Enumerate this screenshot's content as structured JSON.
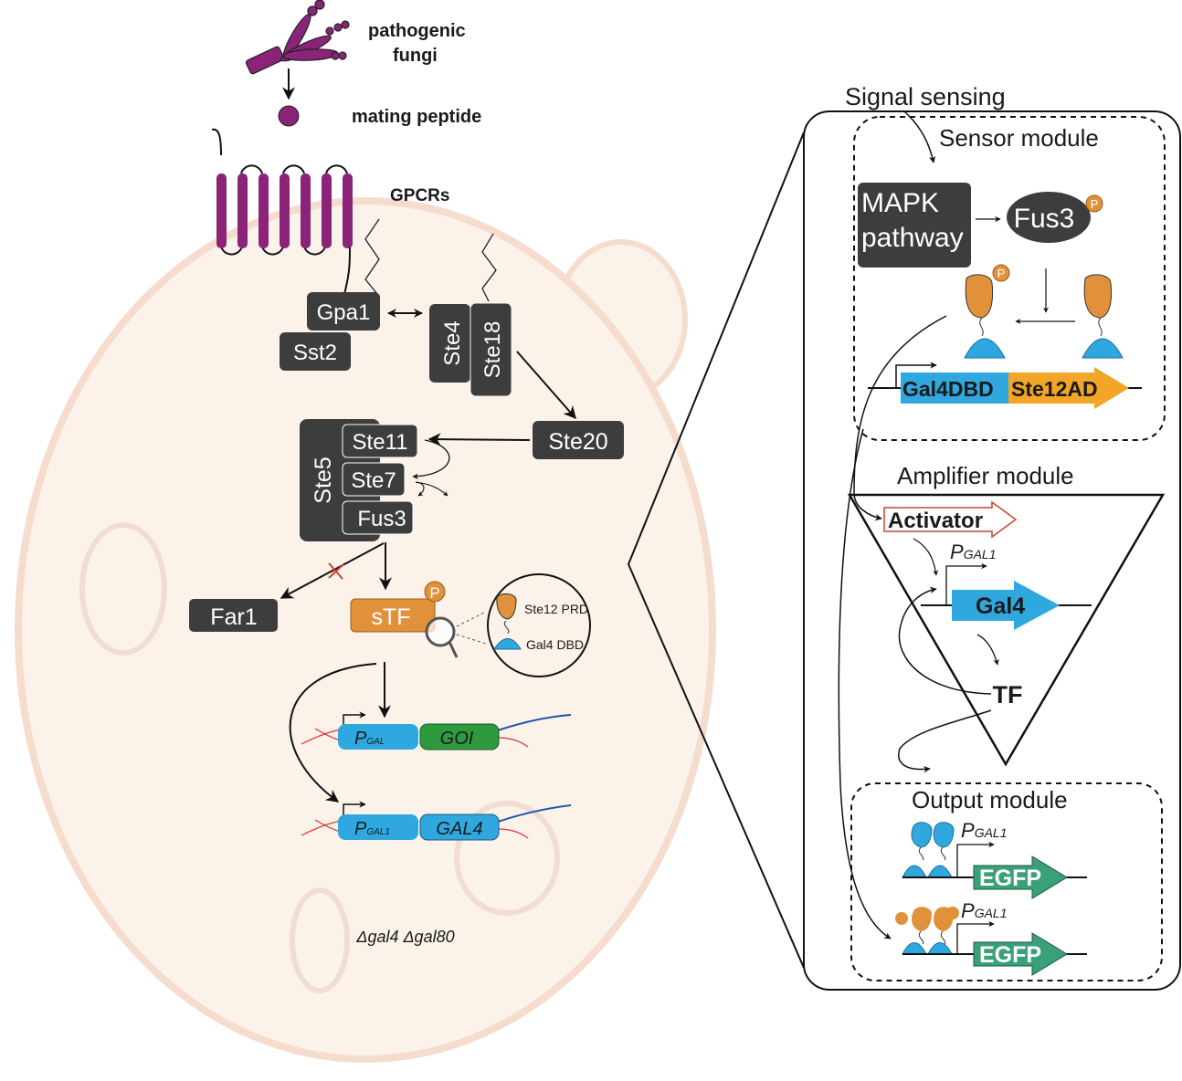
{
  "colors": {
    "dark_box": "#3d3d3d",
    "purple": "#8b2379",
    "orange": "#e0913a",
    "blue": "#2fa8df",
    "green_goi": "#2e9a3e",
    "egfp_green": "#3aa079",
    "cell_fill": "#fbf3ea",
    "cell_edge": "#f5dccd"
  },
  "left": {
    "pathogen_label_1": "pathogenic",
    "pathogen_label_2": "fungi",
    "peptide_label": "mating peptide",
    "gpcr_label": "GPCRs",
    "gpa1": "Gpa1",
    "sst2": "Sst2",
    "ste4": "Ste4",
    "ste18": "Ste18",
    "ste20": "Ste20",
    "ste5": "Ste5",
    "ste11": "Ste11",
    "ste7": "Ste7",
    "fus3": "Fus3",
    "far1": "Far1",
    "stf": "sTF",
    "phospho": "P",
    "inset_top": "Ste12 PRD",
    "inset_bottom": "Gal4 DBD",
    "promoter1_p": "P",
    "promoter1_sub": "GAL",
    "gene1": "GOI",
    "promoter2_p": "P",
    "promoter2_sub": "GAL1",
    "gene2": "GAL4",
    "genotype": "Δgal4  Δgal80"
  },
  "right": {
    "signal_sensing": "Signal sensing",
    "sensor_title": "Sensor module",
    "mapk_1": "MAPK",
    "mapk_2": "pathway",
    "fus3": "Fus3",
    "phospho": "P",
    "gal4dbd": "Gal4DBD",
    "ste12ad": "Ste12AD",
    "amplifier_title": "Amplifier module",
    "activator": "Activator",
    "pgal1_p": "P",
    "pgal1_sub": "GAL1",
    "gal4": "Gal4",
    "tf": "TF",
    "output_title": "Output module",
    "egfp1": "EGFP",
    "egfp2": "EGFP"
  }
}
